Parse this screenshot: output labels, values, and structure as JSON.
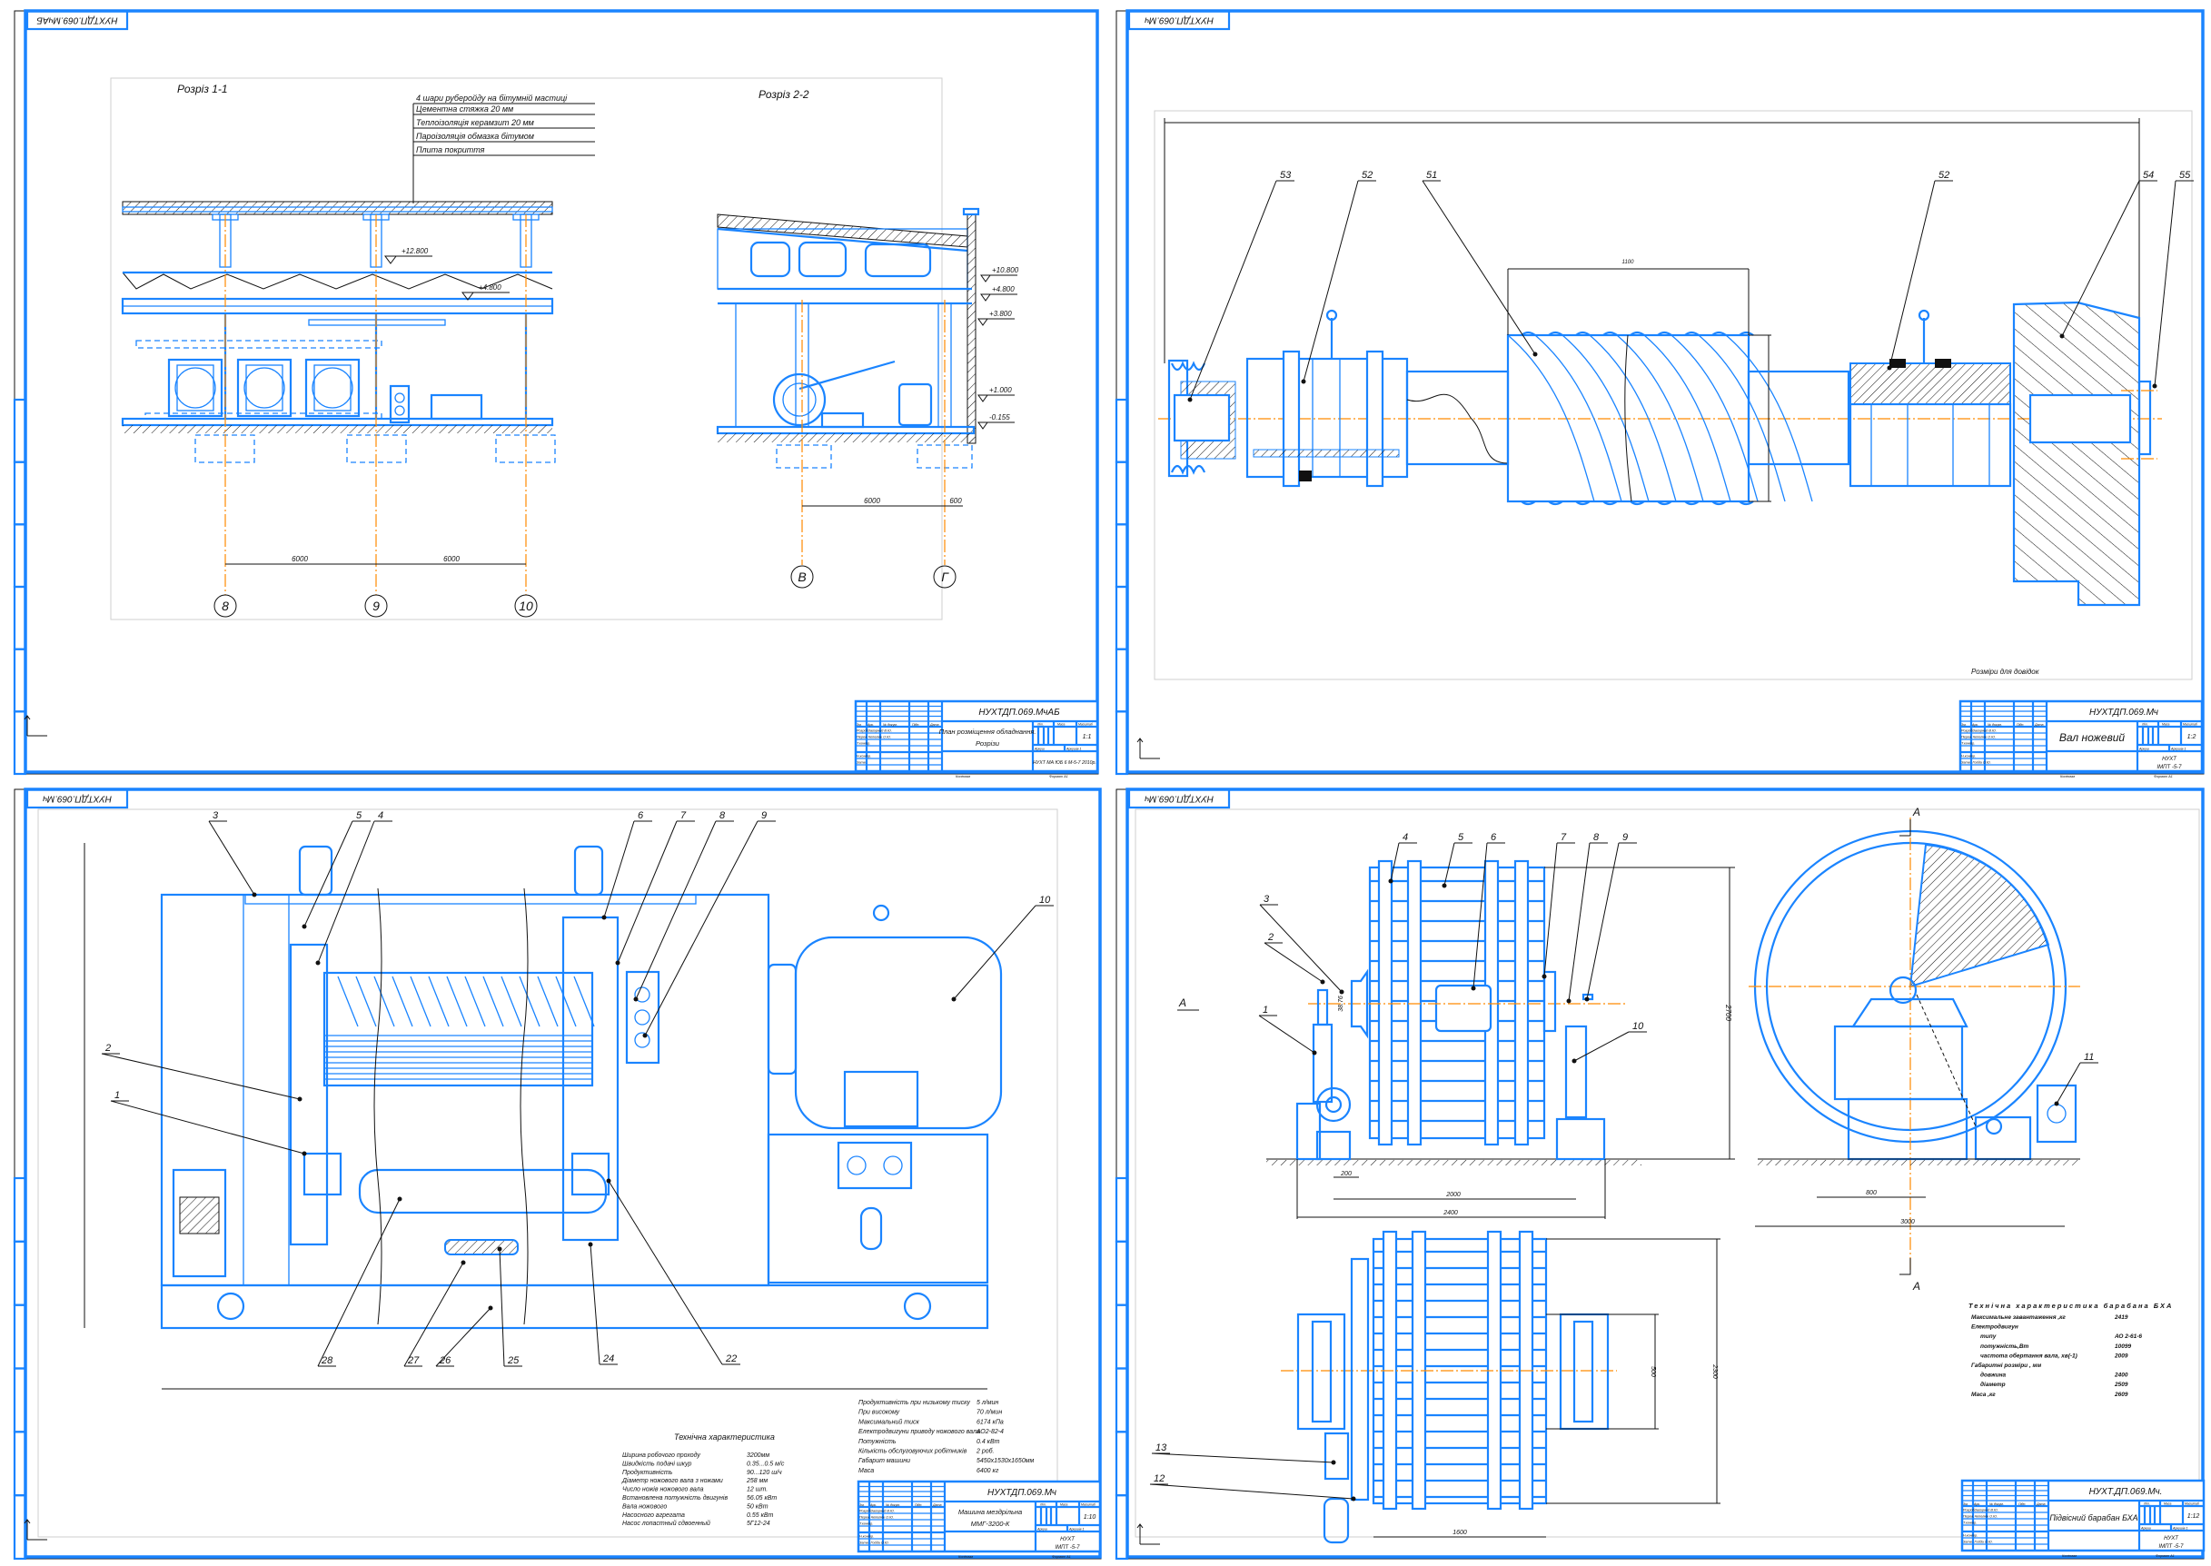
{
  "title_block_labels": {
    "col_headers": [
      "Зм.",
      "Арк.",
      "№ докум.",
      "Підп.",
      "Дата"
    ],
    "roles": [
      "Розроб.",
      "Перев.",
      "Т.контр.",
      "Н.контр.",
      "Затв."
    ],
    "lit": "Літ.",
    "mass": "Маса",
    "scale": "Масштаб",
    "sheet": "Аркуш",
    "sheets": "Аркушів 1",
    "copied": "Копіював",
    "format": "Формат A1"
  },
  "sheets": [
    {
      "code_stamp": "НУХТДП.069.МчАБ",
      "designation": "НУХТДП.069.МчАБ",
      "title_lines": [
        "План розміщення обладнання.",
        "Розрізи"
      ],
      "scale": "1:1",
      "org_lines": [
        "НУХТ МА ЮБ 6 М-5-7 2010р.",
        ""
      ],
      "names": [
        "Загорний В.Ю.",
        "Чепелюк О.Ю.",
        "",
        "",
        ""
      ]
    },
    {
      "code_stamp": "НУХТДП.069.Мч",
      "designation": "НУХТДП.069.Мч",
      "title_lines": [
        "Вал ножевий",
        ""
      ],
      "scale": "1:2",
      "org_lines": [
        "НУХТ",
        "ІМПТ -5-7"
      ],
      "names": [
        "Загорний В.Ю.",
        "Чепелюк О.Ю.",
        "",
        "",
        "Гойда О.Ю."
      ]
    },
    {
      "code_stamp": "НУХТДП.069.Мч",
      "designation": "НУХТДП.069.Мч",
      "title_lines": [
        "Машина мездрільна",
        "ММГ-3200-К"
      ],
      "scale": "1:10",
      "org_lines": [
        "НУХТ",
        "ІМПТ -5-7"
      ],
      "names": [
        "Загорний В.Ю.",
        "Чепелюк О.Ю.",
        "",
        "",
        "Гойда О.Ю."
      ]
    },
    {
      "code_stamp": "НУХТДП.069.Мч",
      "designation": "НУХТ.ДП.069.Мч.",
      "title_lines": [
        "Підвісний барабан БХА",
        ""
      ],
      "scale": "1:12",
      "org_lines": [
        "НУХТ",
        "ІМПТ -5-7"
      ],
      "names": [
        "Загорний В.Ю.",
        "Чепелюк О.Ю.",
        "",
        "",
        "Гойда О.Ю."
      ]
    }
  ],
  "sheet1": {
    "section_1_label": "Розріз 1-1",
    "section_2_label": "Розріз 2-2",
    "layers": [
      "4 шари руберойду на бітумній мастиці",
      "Цементна стяжка 20 мм",
      "Теплоізоляція керамзит 20 мм",
      "Пароізоляція обмазка бітумом",
      "Плита покриття"
    ],
    "elev_left": [
      "+12.800",
      "+4.800"
    ],
    "elev_right": [
      "+10.800",
      "+4.800",
      "+3.800",
      "+1.000",
      "-0.155"
    ],
    "dims_left": [
      "6000",
      "6000"
    ],
    "dims_right": [
      "6000",
      "600"
    ],
    "axes": [
      "8",
      "9",
      "10",
      "В",
      "Г"
    ]
  },
  "sheet2": {
    "callouts": [
      "53",
      "52",
      "51",
      "52",
      "54",
      "55"
    ],
    "drum_width": "1100",
    "note": "Розміри для довідок"
  },
  "sheet3": {
    "callouts_top": [
      "3",
      "5",
      "4",
      "6",
      "7",
      "8",
      "9",
      "10"
    ],
    "callouts_left": [
      "2",
      "1"
    ],
    "callouts_bottom": [
      "28",
      "27",
      "26",
      "25",
      "24",
      "22"
    ],
    "spec_title": "Технічна характеристика",
    "spec_left": [
      [
        "Ширина робочого проходу",
        "3200мм"
      ],
      [
        "Швидкість подачі шкур",
        "0.35...0.5 м/с"
      ],
      [
        "Продуктивність",
        "90...120 ш/ч"
      ],
      [
        "Діаметр ножового вала з ножами",
        "258 мм"
      ],
      [
        "Число ножів ножового вала",
        "12 шт."
      ],
      [
        "Встановлена потужність двигунів",
        "56.05 кВт"
      ],
      [
        "Вала ножового",
        "50 кВт"
      ],
      [
        "Насосного агрегата",
        "0.55 кВт"
      ],
      [
        "Насос лопастный сдвоенный",
        "5Г12-24"
      ]
    ],
    "spec_right": [
      [
        "Продуктивність при низькому тиску",
        "5 л/мин"
      ],
      [
        "При високому",
        "70 л/мин"
      ],
      [
        "Максимальний тиск",
        "6174 кПа"
      ],
      [
        "Електродвигуни приводу ножового вала",
        "АО2-82-4"
      ],
      [
        "Потужність",
        "0.4 кВт"
      ],
      [
        "Кількість обслуговуючих робітників",
        "2 роб."
      ],
      [
        "Габарит машини",
        "5450х1530х1650мм"
      ],
      [
        "Маса",
        "6400 кг"
      ]
    ]
  },
  "sheet4": {
    "callouts_front": [
      "4",
      "5",
      "6",
      "7",
      "8",
      "9",
      "3",
      "2",
      "1",
      "10"
    ],
    "callouts_side": [
      "11"
    ],
    "callouts_plan": [
      "13",
      "12"
    ],
    "section_marker": "А",
    "dims_front": [
      "200",
      "2000",
      "2400",
      "2700",
      "38.76"
    ],
    "dims_side": [
      "800",
      "3000"
    ],
    "dims_plan": [
      "1600",
      "500",
      "2300"
    ],
    "spec_title": "Технічна характеристика барабана БХА",
    "spec": [
      [
        "Максимальне завантаження ,кг",
        "2419"
      ],
      [
        "Електродвигун",
        ""
      ],
      [
        "типу",
        "АО 2-61-6"
      ],
      [
        "потужність,Вт",
        "10099"
      ],
      [
        "частота обертання вала, хв(-1)",
        "2009"
      ],
      [
        "Габаритні розміри , мм",
        ""
      ],
      [
        "довжина",
        "2400"
      ],
      [
        "діаметр",
        "2509"
      ],
      [
        "Маса ,кг",
        "2609"
      ]
    ]
  }
}
